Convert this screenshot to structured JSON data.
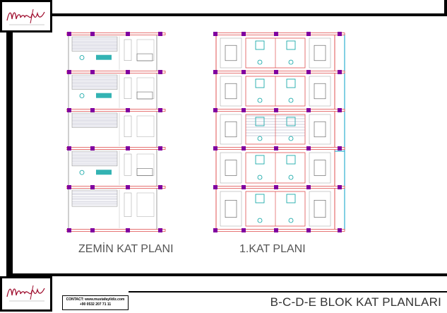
{
  "logo": {
    "script_text": "Mustafa Yildiz",
    "sub_text": "MİMARLIK"
  },
  "contact": {
    "line1": "CONTACT: www.mustafayildiz.com",
    "line2": "+90 0532 207 71 11"
  },
  "plans": {
    "ground_floor_label": "ZEMİN KAT PLANI",
    "first_floor_label": "1.KAT PLANI"
  },
  "sheet_title": "B-C-D-E BLOK KAT PLANLARI",
  "colors": {
    "walls": "#e05050",
    "columns": "#8000a0",
    "fixtures": "#00a0a0",
    "glazing": "#30b0d0",
    "frame": "#000000"
  }
}
